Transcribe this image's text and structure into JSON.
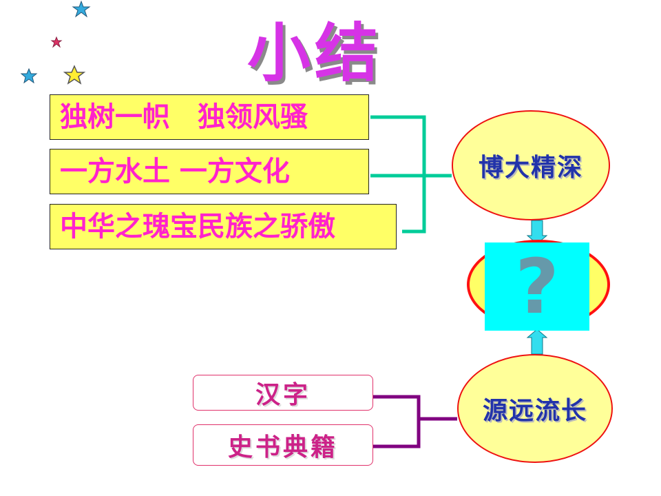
{
  "title": "小结",
  "left_items": [
    "独树一帜　独领风骚",
    "一方水土 一方文化",
    "中华之瑰宝民族之骄傲"
  ],
  "nodes": {
    "top": "博大精深",
    "middle": "?",
    "bottom": "源远流长"
  },
  "bottom_items": [
    "汉字",
    "史书典籍"
  ],
  "colors": {
    "title": "#d633e6",
    "yellow_box": "#ffff66",
    "magenta_text": "#ff22cc",
    "ellipse_fill": "#ffff99",
    "ellipse_border": "#ee1111",
    "node_text": "#2233aa",
    "question_box": "#00ffff",
    "teal_connector": "#00cc99",
    "purple_connector": "#800080"
  }
}
